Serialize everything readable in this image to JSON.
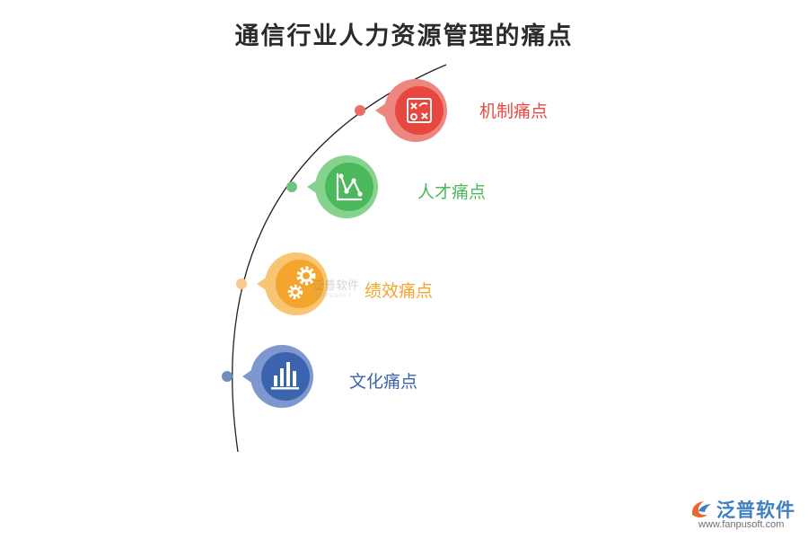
{
  "title": "通信行业人力资源管理的痛点",
  "items": [
    {
      "label": "机制痛点",
      "color": "#e8473f",
      "ring": "#ee8680",
      "dot": "#ea6d66",
      "icon": "strategy-board-icon"
    },
    {
      "label": "人才痛点",
      "color": "#4cb85c",
      "ring": "#86d28f",
      "dot": "#6fc67b",
      "icon": "line-chart-icon"
    },
    {
      "label": "绩效痛点",
      "color": "#f3a52d",
      "ring": "#f8c572",
      "dot": "#f8c98a",
      "icon": "gears-icon"
    },
    {
      "label": "文化痛点",
      "color": "#3c63ad",
      "ring": "#7e98cf",
      "dot": "#6f8cc6",
      "icon": "bar-chart-icon"
    }
  ],
  "watermark": {
    "text": "泛普软件",
    "sub": "FANPUSOFT"
  },
  "brand": {
    "name": "泛普软件",
    "url": "www.fanpusoft.com"
  }
}
